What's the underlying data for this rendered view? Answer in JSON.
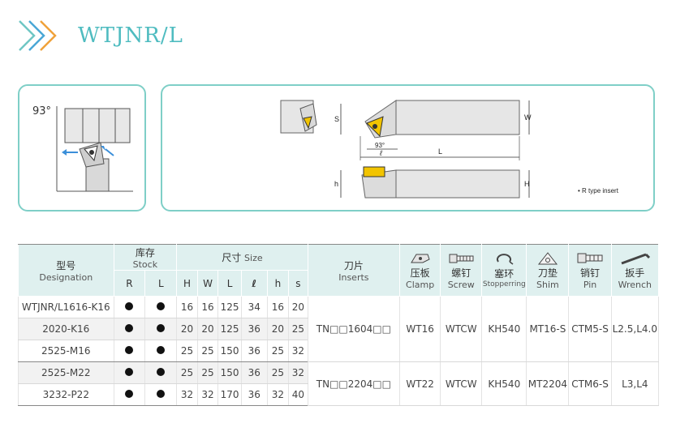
{
  "header": {
    "title": "WTJNR/L"
  },
  "left_panel": {
    "angle_label": "93°"
  },
  "right_panel": {
    "dim_s": "S",
    "dim_w": "W",
    "dim_l": "L",
    "dim_h_lower": "h",
    "dim_H": "H",
    "angle": "93°",
    "ell": "ℓ",
    "note": "• R type insert"
  },
  "table": {
    "designation": {
      "cn": "型号",
      "en": "Designation"
    },
    "stock": {
      "cn": "库存",
      "en": "Stock"
    },
    "size": {
      "cn": "尺寸",
      "en": "Size"
    },
    "inserts": {
      "cn": "刀片",
      "en": "Inserts"
    },
    "clamp": {
      "cn": "压板",
      "en": "Clamp"
    },
    "screw": {
      "cn": "螺钉",
      "en": "Screw"
    },
    "stoppering": {
      "cn": "塞环",
      "en": "Stopperring"
    },
    "shim": {
      "cn": "刀垫",
      "en": "Shim"
    },
    "pin": {
      "cn": "销钉",
      "en": "Pin"
    },
    "wrench": {
      "cn": "扳手",
      "en": "Wrench"
    },
    "sub": {
      "R": "R",
      "L": "L",
      "H": "H",
      "W": "W",
      "Len": "L",
      "ell": "ℓ",
      "h": "h",
      "s": "s"
    },
    "rows": [
      {
        "des": "WTJNR/L1616-K16",
        "H": "16",
        "W": "16",
        "L": "125",
        "l": "34",
        "h": "16",
        "s": "20"
      },
      {
        "des": "2020-K16",
        "H": "20",
        "W": "20",
        "L": "125",
        "l": "36",
        "h": "20",
        "s": "25"
      },
      {
        "des": "2525-M16",
        "H": "25",
        "W": "25",
        "L": "150",
        "l": "36",
        "h": "25",
        "s": "32"
      },
      {
        "des": "2525-M22",
        "H": "25",
        "W": "25",
        "L": "150",
        "l": "36",
        "h": "25",
        "s": "32"
      },
      {
        "des": "3232-P22",
        "H": "32",
        "W": "32",
        "L": "170",
        "l": "36",
        "h": "32",
        "s": "40"
      }
    ],
    "groups": [
      {
        "insert": "TN□□1604□□",
        "clamp": "WT16",
        "screw": "WTCW",
        "stoppering": "KH540",
        "shim": "MT16-S",
        "pin": "CTM5-S",
        "wrench": "L2.5,L4.0"
      },
      {
        "insert": "TN□□2204□□",
        "clamp": "WT22",
        "screw": "WTCW",
        "stoppering": "KH540",
        "shim": "MT2204",
        "pin": "CTM6-S",
        "wrench": "L3,L4"
      }
    ]
  },
  "colors": {
    "accent": "#4fbcc0",
    "panel_border": "#7fcfc7",
    "header_bg": "#dff0ef",
    "insert_yellow": "#f2c400",
    "arrow_blue": "#3b8fd9"
  }
}
